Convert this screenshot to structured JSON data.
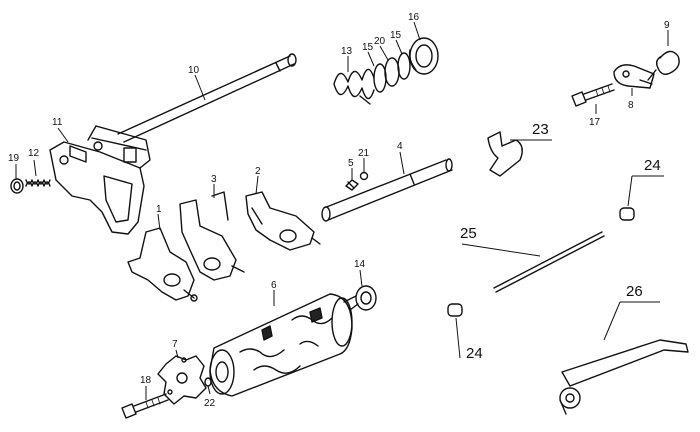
{
  "labels": {
    "p1": "1",
    "p2": "2",
    "p3": "3",
    "p4": "4",
    "p5": "5",
    "p6": "6",
    "p7": "7",
    "p8": "8",
    "p9": "9",
    "p10": "10",
    "p11": "11",
    "p12": "12",
    "p13": "13",
    "p14": "14",
    "p15a": "15",
    "p15b": "15",
    "p16": "16",
    "p17": "17",
    "p18": "18",
    "p19": "19",
    "p20": "20",
    "p21": "21",
    "p22": "22",
    "p23": "23",
    "p24a": "24",
    "p24b": "24",
    "p25": "25",
    "p26": "26"
  }
}
